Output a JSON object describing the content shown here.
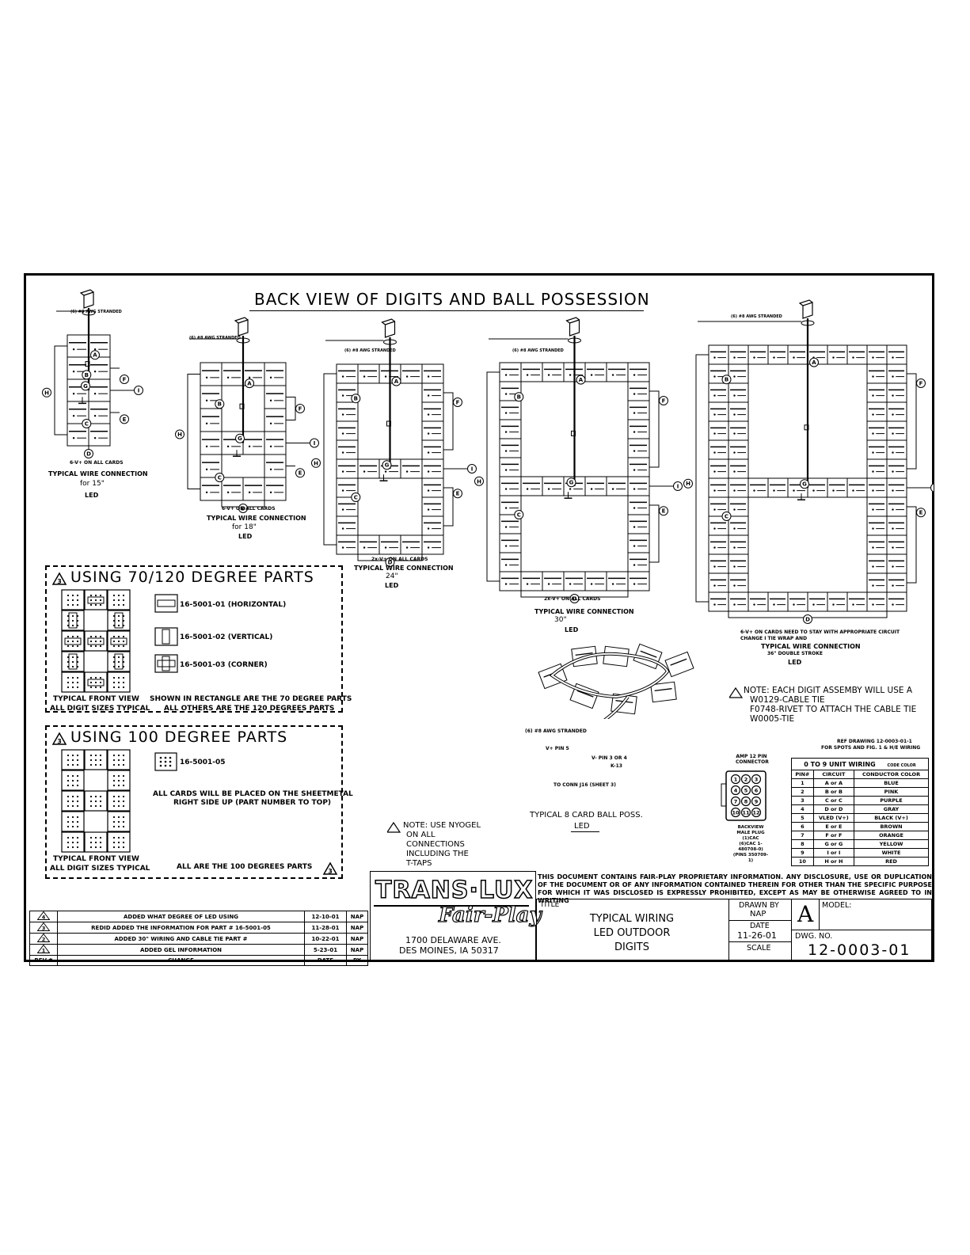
{
  "title": "BACK VIEW OF DIGITS AND BALL POSSESSION",
  "cable_label": "(6) #8 AWG STRANDED",
  "digits": {
    "d15": {
      "note": "6-V+ ON ALL CARDS",
      "caption": "TYPICAL WIRE CONNECTION",
      "size": "for 15\"",
      "type": "LED"
    },
    "d18": {
      "note": "6-V+ ON ALL CARDS",
      "caption": "TYPICAL WIRE CONNECTION",
      "size": "for 18\"",
      "type": "LED"
    },
    "d24": {
      "note": "2x-V+ ON ALL CARDS",
      "caption": "TYPICAL WIRE CONNECTION",
      "size": "24\"",
      "type": "LED"
    },
    "d30": {
      "note": "2x-V+ ON ALL CARDS",
      "caption": "TYPICAL WIRE CONNECTION",
      "size": "30\"",
      "type": "LED"
    },
    "d36": {
      "note": "6-V+ ON CARDS NEED TO STAY WITH APPROPRIATE CIRCUIT",
      "note2": "CHANGE I TIE WRAP AND",
      "caption": "TYPICAL WIRE CONNECTION",
      "size": "36\" DOUBLE STROKE",
      "type": "LED"
    }
  },
  "segment_letters": [
    "A",
    "B",
    "C",
    "D",
    "E",
    "F",
    "G",
    "H",
    "I"
  ],
  "parts70": {
    "heading": "USING 70/120 DEGREE PARTS",
    "rev_mark": "3",
    "items": [
      "16-5001-01 (HORIZONTAL)",
      "16-5001-02 (VERTICAL)",
      "16-5001-03 (CORNER)"
    ],
    "front_view": "TYPICAL FRONT VIEW",
    "all_sizes": "ALL DIGIT SIZES TYPICAL",
    "note1": "SHOWN IN RECTANGLE ARE THE 70 DEGREE PARTS",
    "note2": "ALL OTHERS ARE THE 120 DEGREES PARTS"
  },
  "parts100": {
    "heading": "USING 100 DEGREE PARTS",
    "rev_mark": "3",
    "item": "16-5001-05",
    "note1": "ALL CARDS WILL BE PLACED ON THE SHEETMETAL",
    "note2": "RIGHT SIDE UP (PART NUMBER TO TOP)",
    "front_view": "TYPICAL FRONT VIEW",
    "all_sizes": "ALL DIGIT SIZES TYPICAL",
    "footer": "ALL  ARE THE 100 DEGREES PARTS"
  },
  "nyogel_note": [
    "NOTE: USE NYOGEL",
    "ON ALL",
    "CONNECTIONS",
    "INCLUDING THE",
    "T-TAPS"
  ],
  "ball": {
    "caption": "TYPICAL 8 CARD BALL POSS.",
    "type": "LED",
    "pin5": "V+ PIN 5",
    "pin34": "V- PIN 3 OR 4",
    "conn": "TO CONN J16 (SHEET 3)",
    "k": "K-13"
  },
  "cable_tie_note": [
    "NOTE: EACH DIGIT ASSEMBY WILL USE A",
    "W0129-CABLE TIE",
    "F0748-RIVET TO ATTACH THE CABLE TIE",
    "W0005-TIE"
  ],
  "ref_drawing": [
    "REF DRAWING 12-0003-01-1",
    "FOR SPOTS AND FIG. 1 & H/E WIRING"
  ],
  "connector": {
    "title": "AMP 12 PIN CONNECTOR",
    "sub": [
      "BACKVIEW MALE PLUG",
      "(1)CAC",
      "(6)CAC 1-480708-0)",
      "(PINS 350709-1)"
    ]
  },
  "unit_wiring": {
    "title": "0 TO 9 UNIT WIRING",
    "codes": "CODE COLOR",
    "headers": [
      "PIN#",
      "CIRCUIT",
      "CONDUCTOR COLOR"
    ],
    "rows": [
      [
        "1",
        "A or A",
        "BLUE"
      ],
      [
        "2",
        "B or B",
        "PINK"
      ],
      [
        "3",
        "C or C",
        "PURPLE"
      ],
      [
        "4",
        "D or D",
        "GRAY"
      ],
      [
        "5",
        "VLED (V+)",
        "BLACK (V+)"
      ],
      [
        "6",
        "E or E",
        "BROWN"
      ],
      [
        "7",
        "F or F",
        "ORANGE"
      ],
      [
        "8",
        "G or G",
        "YELLOW"
      ],
      [
        "9",
        "I or I",
        "WHITE"
      ],
      [
        "10",
        "H or H",
        "RED"
      ]
    ]
  },
  "revisions": [
    {
      "rev": "4",
      "change": "ADDED WHAT DEGREE OF LED USING",
      "date": "12-10-01",
      "by": "NAP"
    },
    {
      "rev": "3",
      "change": "REDID ADDED THE INFORMATION FOR PART # 16-5001-05",
      "date": "11-28-01",
      "by": "NAP"
    },
    {
      "rev": "2",
      "change": "ADDED 30\" WIRING AND CABLE TIE PART #",
      "date": "10-22-01",
      "by": "NAP"
    },
    {
      "rev": "1",
      "change": "ADDED GEL INFORMATION",
      "date": "5-23-01",
      "by": "NAP"
    }
  ],
  "rev_headers": {
    "rev": "REV.#",
    "change": "CHANGE",
    "date": "DATE",
    "by": "BY"
  },
  "title_block": {
    "company": "TRANS·LUX",
    "division": "Fair-Play",
    "address1": "1700 DELAWARE AVE.",
    "address2": "DES MOINES, IA 50317",
    "proprietary": "THIS DOCUMENT CONTAINS FAIR-PLAY PROPRIETARY INFORMATION. ANY DISCLOSURE, USE OR DUPLICATION OF THE DOCUMENT OR OF ANY INFORMATION CONTAINED THEREIN FOR OTHER THAN THE SPECIFIC PURPOSE FOR WHICH IT WAS DISCLOSED IS EXPRESSLY PROHIBITED, EXCEPT AS MAY BE OTHERWISE AGREED TO IN WRITING",
    "title_label": "TITLE",
    "title_lines": [
      "TYPICAL WIRING",
      "LED OUTDOOR",
      "DIGITS"
    ],
    "drawn_by_label": "DRAWN BY",
    "drawn_by": "NAP",
    "date_label": "DATE",
    "date": "11-26-01",
    "scale_label": "SCALE",
    "size": "A",
    "model_label": "MODEL:",
    "dwg_label": "DWG. NO.",
    "dwg_no": "12-0003-01"
  }
}
